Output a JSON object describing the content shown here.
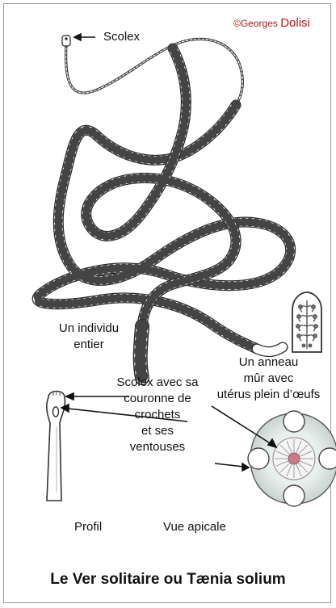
{
  "copyright": {
    "symbol": "©",
    "first_name": "Georges",
    "last_name": "Dolisi"
  },
  "labels": {
    "scolex": "Scolex",
    "individu": [
      "Un individu",
      "entier"
    ],
    "anneau": [
      "Un anneau",
      "mûr avec",
      "utérus plein d’œufs"
    ],
    "scolex_detail": [
      "Scolex avec sa",
      "couronne de",
      "crochets",
      "et ses",
      "ventouses"
    ],
    "profil": "Profil",
    "vue_apicale": "Vue apicale"
  },
  "title": "Le Ver solitaire ou Tænia solium",
  "colors": {
    "copyright": "#b01a1a",
    "ink": "#111111",
    "tint": "#e3ece9"
  }
}
